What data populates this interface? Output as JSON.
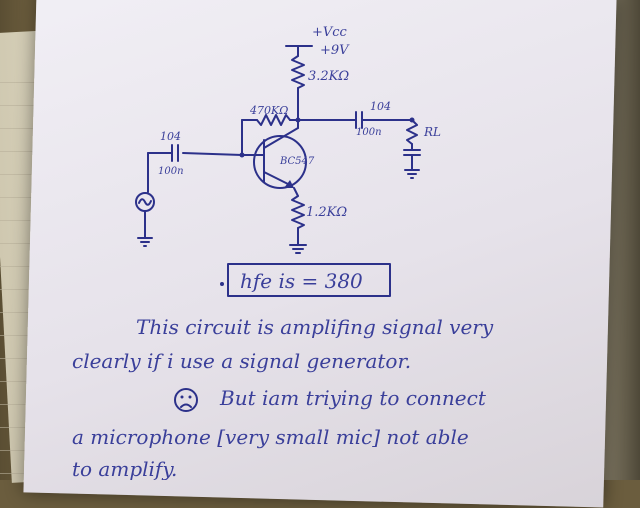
{
  "photo": {
    "subject": "hand-drawn transistor amplifier circuit on paper",
    "ink_color": "#2c318a",
    "paper_color": "#ece9ef"
  },
  "circuit": {
    "supply_label": "+Vcc",
    "supply_value": "+9V",
    "collector_resistor": "3.2KΩ",
    "bias_resistor": "470KΩ",
    "transistor": "BC547",
    "emitter_resistor": "1.2KΩ",
    "input_cap_code": "104",
    "input_cap_value": "100n",
    "output_cap_code": "104",
    "output_cap_value": "100n",
    "load_label": "RL"
  },
  "note": {
    "hfe_text": "hfe is = 380",
    "line1": "This circuit is amplifing signal very",
    "line2": "clearly if i use a signal generator.",
    "line3": "But iam triying to connect",
    "line4": "a microphone [very small mic] not able",
    "line5": "to amplify."
  }
}
